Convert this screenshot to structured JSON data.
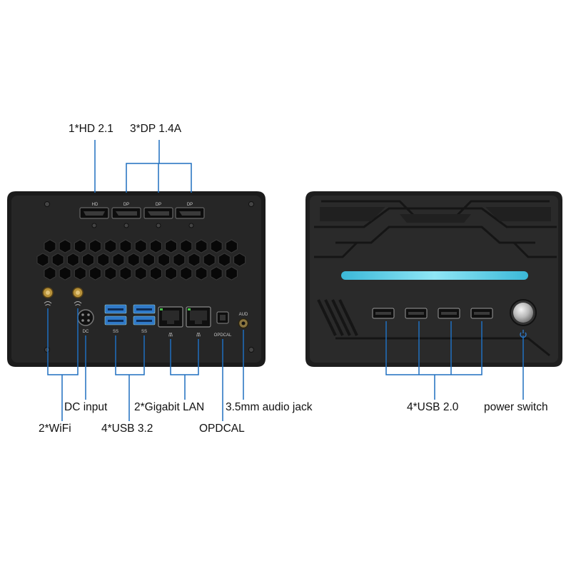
{
  "colors": {
    "chassis": "#232323",
    "bezel": "#1a1a1a",
    "lightbar": "#5fd6ee",
    "usb3": "#2f79c8",
    "callout": "#1f6fbf"
  },
  "back_panel": {
    "top_ports": {
      "hd_silk": "HD",
      "dp_silk": "DP"
    },
    "silk": {
      "dc": "DC",
      "opdcal": "OPDCAL",
      "aud": "AUD",
      "usb3": "SS",
      "lan": "品"
    }
  },
  "callouts": {
    "hd": "1*HD 2.1",
    "dp": "3*DP 1.4A",
    "wifi": "2*WiFi",
    "dc": "DC input",
    "usb32": "4*USB 3.2",
    "lan": "2*Gigabit LAN",
    "opdcal": "OPDCAL",
    "audio": "3.5mm audio jack",
    "usb20": "4*USB 2.0",
    "power": "power switch"
  }
}
